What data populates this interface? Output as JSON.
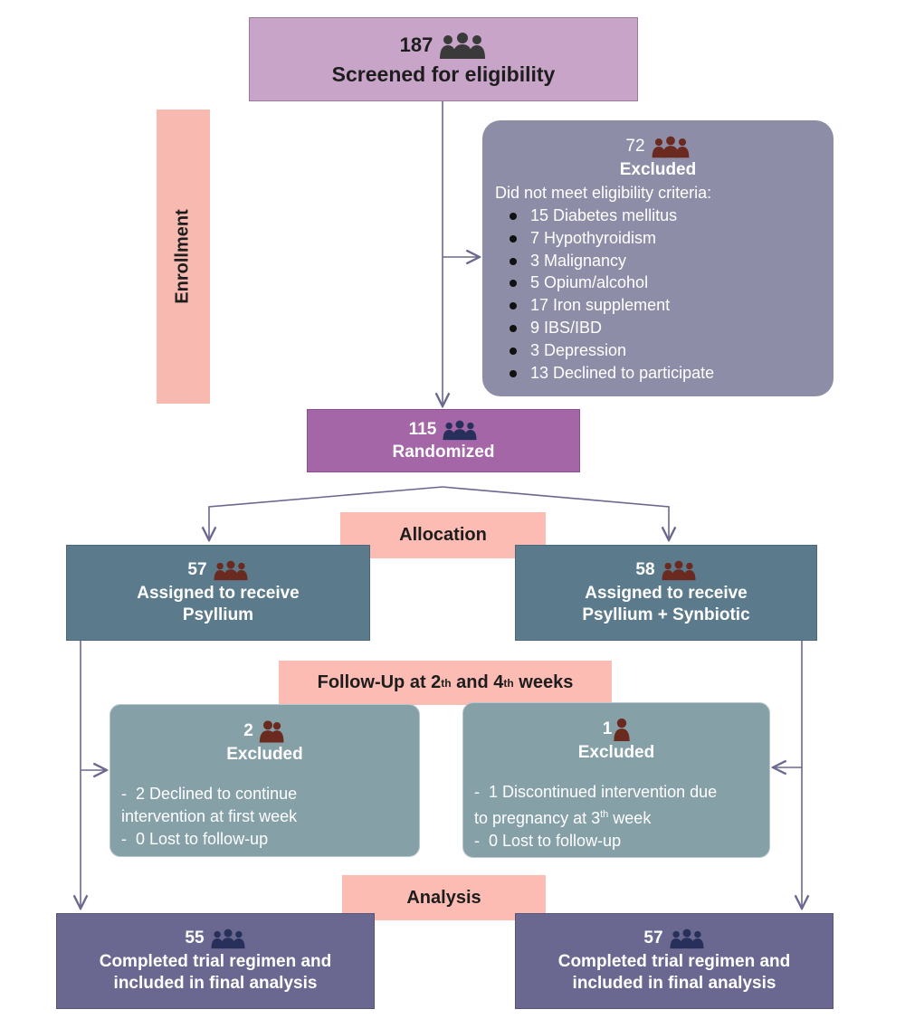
{
  "enrollment_label": "Enrollment",
  "screened": {
    "count": "187",
    "label": "Screened for eligibility"
  },
  "excluded_enrollment": {
    "count": "72",
    "title": "Excluded",
    "intro": "Did not meet eligibility criteria:",
    "reasons": [
      "15 Diabetes mellitus",
      "7 Hypothyroidism",
      "3 Malignancy",
      "5 Opium/alcohol",
      "17 Iron supplement",
      "9 IBS/IBD",
      "3 Depression",
      "13 Declined to participate"
    ]
  },
  "randomized": {
    "count": "115",
    "label": "Randomized"
  },
  "allocation_label": "Allocation",
  "followup": {
    "prefix": "Follow-Up at 2",
    "sup1": "th",
    "middle": " and 4",
    "sup2": "th",
    "suffix": " weeks"
  },
  "analysis_label": "Analysis",
  "arm_psyllium": {
    "assigned_count": "57",
    "assigned_line1": "Assigned to receive",
    "assigned_line2": "Psyllium",
    "excluded_count": "2",
    "excluded_title": "Excluded",
    "excluded_line1": "-  2 Declined to continue",
    "excluded_line2": "intervention at first week",
    "excluded_line3": "-  0 Lost to follow-up",
    "completed_count": "55",
    "completed_line1": "Completed trial regimen and",
    "completed_line2": "included in final analysis"
  },
  "arm_synbiotic": {
    "assigned_count": "58",
    "assigned_line1": "Assigned to receive",
    "assigned_line2": "Psyllium + Synbiotic",
    "excluded_count": "1",
    "excluded_title": "Excluded",
    "excluded_line1": "-  1 Discontinued intervention due",
    "excluded_line2_prefix": "to pregnancy at 3",
    "excluded_line2_sup": "th",
    "excluded_line2_suffix": " week",
    "excluded_line3": "-  0 Lost to follow-up",
    "completed_count": "57",
    "completed_line1": "Completed trial regimen and",
    "completed_line2": "included in final analysis"
  },
  "colors": {
    "screened_box": "#c8a4c9",
    "excluded_box": "#8e8da7",
    "randomized_box": "#a566a8",
    "label_box": "#fcbcb3",
    "assigned_box": "#5b7b8c",
    "followup_box": "#86a0a8",
    "completed_box": "#6a6890",
    "connector": "#6a6890",
    "people_dark": "#3a3a3a",
    "people_brown": "#6b2a20",
    "people_navy": "#26305a"
  },
  "icons": {
    "group": "people-group-icon",
    "single": "person-icon"
  }
}
